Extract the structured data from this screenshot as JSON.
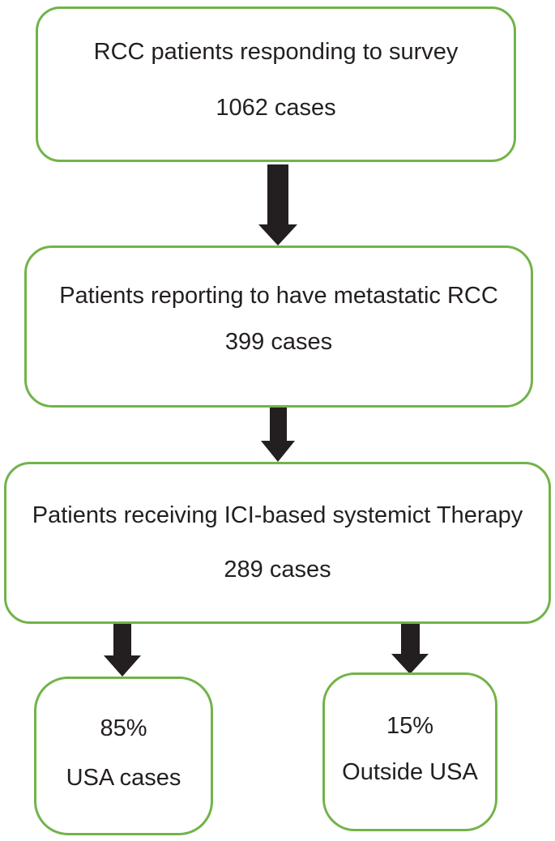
{
  "figure": {
    "type": "flowchart",
    "colors": {
      "background": "#ffffff",
      "box_border": "#72b349",
      "arrow": "#231f20",
      "text": "#231f20"
    },
    "boxes": [
      {
        "id": "survey",
        "line1": "RCC patients responding to survey",
        "line2": "1062 cases"
      },
      {
        "id": "metastatic",
        "line1": "Patients reporting to have metastatic RCC",
        "line2": "399 cases"
      },
      {
        "id": "ici-therapy",
        "line1": "Patients receiving ICI-based systemict Therapy",
        "line2": "289 cases"
      },
      {
        "id": "usa",
        "line1": "85%",
        "line2": "USA cases"
      },
      {
        "id": "outside-usa",
        "line1": "15%",
        "line2": "Outside USA"
      }
    ],
    "flow": [
      "survey -> metastatic",
      "metastatic -> ici-therapy",
      "ici-therapy -> usa",
      "ici-therapy -> outside-usa"
    ]
  }
}
